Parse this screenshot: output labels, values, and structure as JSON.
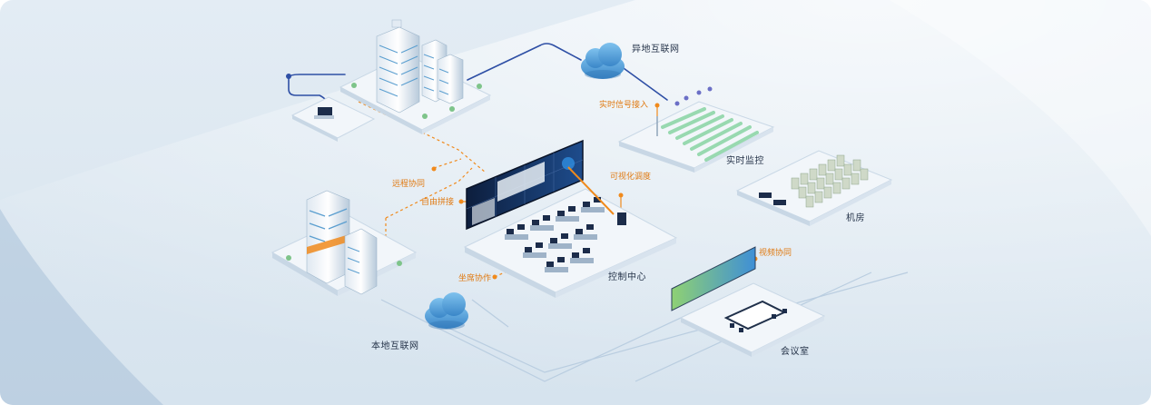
{
  "nodes": {
    "remote_internet": "异地互联网",
    "local_internet": "本地互联网",
    "realtime_monitor": "实时监控",
    "machine_room": "机房",
    "control_center": "控制中心",
    "meeting_room": "会议室"
  },
  "annotations": {
    "remote_collab": "远程协同",
    "free_splice": "自由拼接",
    "signal_access": "实时信号接入",
    "dispatch": "可视化调度",
    "seat_collab": "坐席协作",
    "video_collab": "视频协同"
  },
  "colors": {
    "accent_orange": "#f08a1c",
    "link_blue": "#2e4fa5",
    "platform": "#eef3f8",
    "building": "#5c9fd0"
  }
}
